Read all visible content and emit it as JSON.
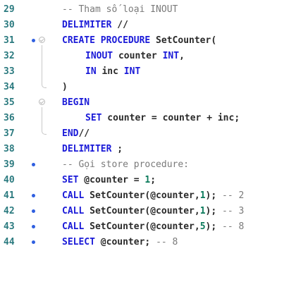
{
  "lines": [
    {
      "num": "29",
      "dot": false,
      "segments": [
        [
          "c",
          "-- Tham số loại INOUT"
        ]
      ]
    },
    {
      "num": "30",
      "dot": false,
      "segments": [
        [
          "k",
          "DELIMITER"
        ],
        [
          "t",
          " //"
        ]
      ]
    },
    {
      "num": "31",
      "dot": true,
      "segments": [
        [
          "k",
          "CREATE PROCEDURE"
        ],
        [
          "t",
          " SetCounter("
        ]
      ]
    },
    {
      "num": "32",
      "dot": false,
      "indent": true,
      "segments": [
        [
          "k",
          "INOUT"
        ],
        [
          "t",
          " counter "
        ],
        [
          "k",
          "INT"
        ],
        [
          "p",
          ","
        ]
      ]
    },
    {
      "num": "33",
      "dot": false,
      "indent": true,
      "segments": [
        [
          "k",
          "IN"
        ],
        [
          "t",
          " inc "
        ],
        [
          "k",
          "INT"
        ]
      ]
    },
    {
      "num": "34",
      "dot": false,
      "segments": [
        [
          "t",
          ")"
        ]
      ]
    },
    {
      "num": "35",
      "dot": false,
      "segments": [
        [
          "k",
          "BEGIN"
        ]
      ]
    },
    {
      "num": "36",
      "dot": false,
      "indent": true,
      "segments": [
        [
          "k",
          "SET"
        ],
        [
          "t",
          " counter = counter + inc"
        ],
        [
          "p",
          ";"
        ]
      ]
    },
    {
      "num": "37",
      "dot": false,
      "segments": [
        [
          "k",
          "END"
        ],
        [
          "t",
          "//"
        ]
      ]
    },
    {
      "num": "38",
      "dot": false,
      "segments": [
        [
          "k",
          "DELIMITER"
        ],
        [
          "t",
          " ;"
        ]
      ]
    },
    {
      "num": "39",
      "dot": true,
      "segments": [
        [
          "c",
          "-- Gọi store procedure:"
        ]
      ]
    },
    {
      "num": "40",
      "dot": false,
      "segments": [
        [
          "k",
          "SET"
        ],
        [
          "t",
          " @counter = "
        ],
        [
          "n",
          "1"
        ],
        [
          "p",
          ";"
        ]
      ]
    },
    {
      "num": "41",
      "dot": true,
      "segments": [
        [
          "k",
          "CALL"
        ],
        [
          "t",
          " SetCounter(@counter,"
        ],
        [
          "n",
          "1"
        ],
        [
          "t",
          ")"
        ],
        [
          "p",
          ";"
        ],
        [
          "c",
          " -- 2"
        ]
      ]
    },
    {
      "num": "42",
      "dot": true,
      "segments": [
        [
          "k",
          "CALL"
        ],
        [
          "t",
          " SetCounter(@counter,"
        ],
        [
          "n",
          "1"
        ],
        [
          "t",
          ")"
        ],
        [
          "p",
          ";"
        ],
        [
          "c",
          " -- 3"
        ]
      ]
    },
    {
      "num": "43",
      "dot": true,
      "segments": [
        [
          "k",
          "CALL"
        ],
        [
          "t",
          " SetCounter(@counter,"
        ],
        [
          "n",
          "5"
        ],
        [
          "t",
          ")"
        ],
        [
          "p",
          ";"
        ],
        [
          "c",
          " -- 8"
        ]
      ]
    },
    {
      "num": "44",
      "dot": true,
      "segments": [
        [
          "k",
          "SELECT"
        ],
        [
          "t",
          " @counter"
        ],
        [
          "p",
          ";"
        ],
        [
          "c",
          " -- 8"
        ]
      ]
    }
  ],
  "colors": {
    "keyword": "#1a1ad8",
    "comment": "#7a7a7a",
    "number": "#0b7a5b",
    "line_number": "#2b7a7f",
    "breakpoint_dot": "#2f5fe0"
  },
  "icons": {
    "breakpoint": "breakpoint-dot-icon",
    "fold": "fold-collapse-icon"
  }
}
